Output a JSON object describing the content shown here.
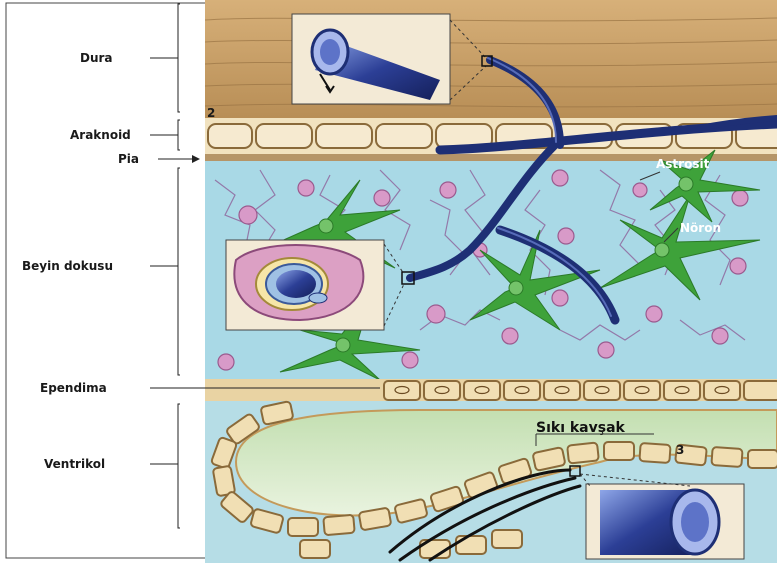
{
  "labels": {
    "dura": "Dura",
    "araknoid": "Araknoid",
    "pia": "Pia",
    "beyin_dokusu": "Beyin dokusu",
    "ependima": "Ependima",
    "ventrikol": "Ventrikol",
    "astrosit": "Astrosit",
    "noron": "Nöron",
    "siki_kavsak": "Sıkı kavşak",
    "marker_2": "2",
    "marker_3": "3"
  },
  "colors": {
    "dura": "#c9a06a",
    "arachnoid": "#f1e2bf",
    "tissue": "#a9d9e6",
    "astrocyte": "#3ea23a",
    "neuron": "#d89ac8",
    "vessel": "#1e2f75",
    "ventricle": "#d6e9c6",
    "cell_border": "#8a6a3a"
  }
}
